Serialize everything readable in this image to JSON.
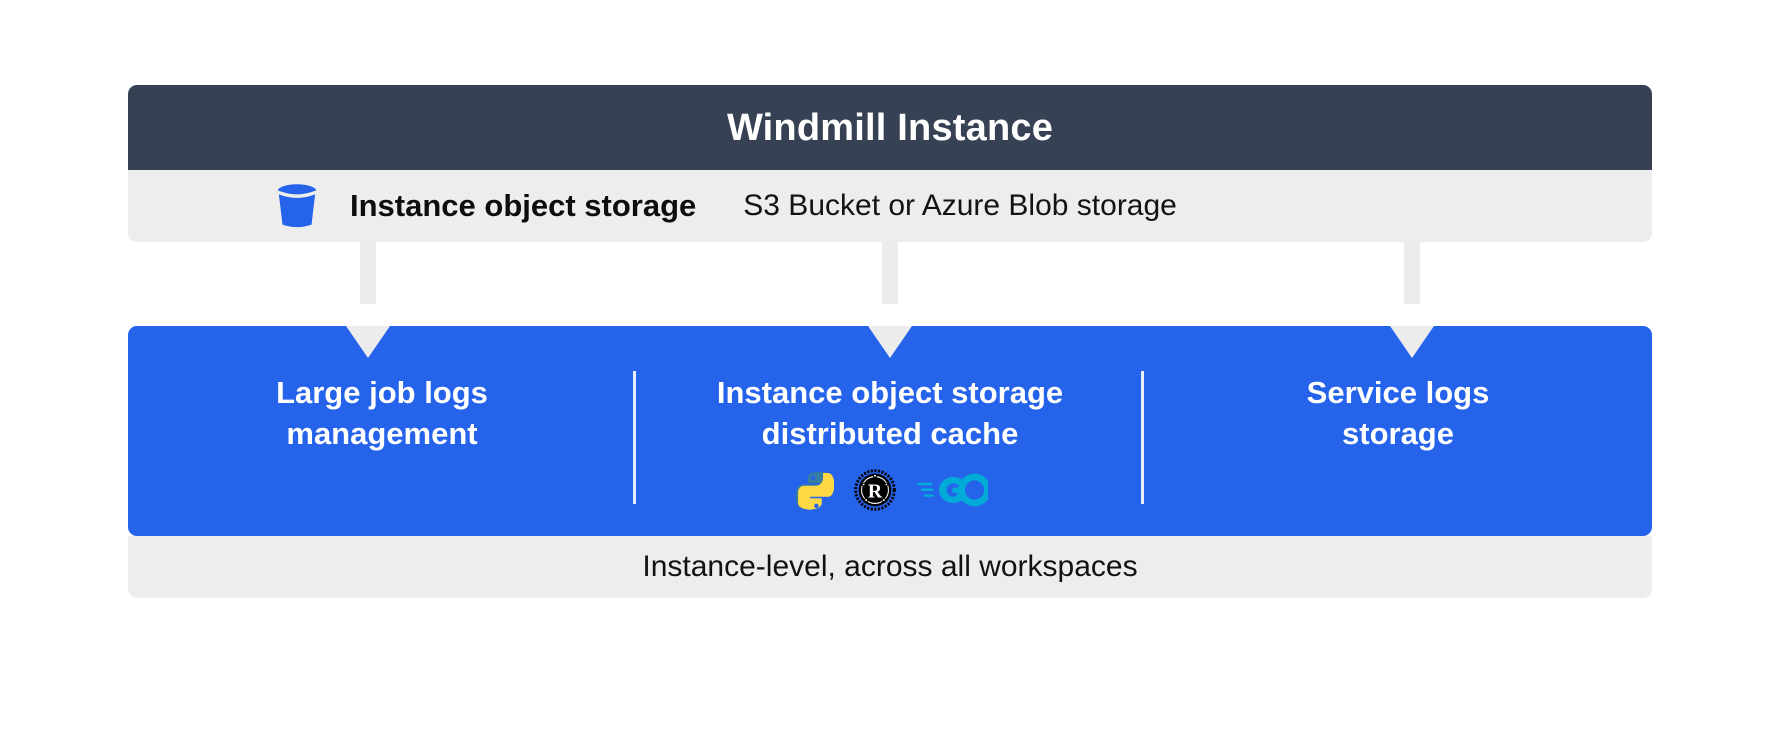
{
  "header": {
    "title": "Windmill Instance",
    "background_color": "#364254",
    "text_color": "#ffffff"
  },
  "storage_row": {
    "icon": "bucket-icon",
    "icon_color": "#2563eb",
    "title": "Instance object storage",
    "subtitle": "S3 Bucket or Azure Blob storage",
    "background_color": "#ededed"
  },
  "panel": {
    "background_color": "#2563eb",
    "divider_color": "#e9eef9",
    "arrow_color": "#ececec",
    "columns": [
      {
        "title": "Large job logs\nmanagement",
        "name": "large-job-logs-management",
        "languages": []
      },
      {
        "title": "Instance object storage\ndistributed cache",
        "name": "instance-object-storage-distributed-cache",
        "languages": [
          "python",
          "rust",
          "go"
        ]
      },
      {
        "title": "Service logs\nstorage",
        "name": "service-logs-storage",
        "languages": []
      }
    ]
  },
  "languages": {
    "python": {
      "label": "Python",
      "colors": [
        "#387EA0",
        "#FFD845"
      ]
    },
    "rust": {
      "label": "Rust",
      "colors": [
        "#000000"
      ]
    },
    "go": {
      "label": "Go",
      "colors": [
        "#00ACD7"
      ]
    }
  },
  "footer": {
    "text": "Instance-level, across all workspaces",
    "background_color": "#ededed"
  }
}
